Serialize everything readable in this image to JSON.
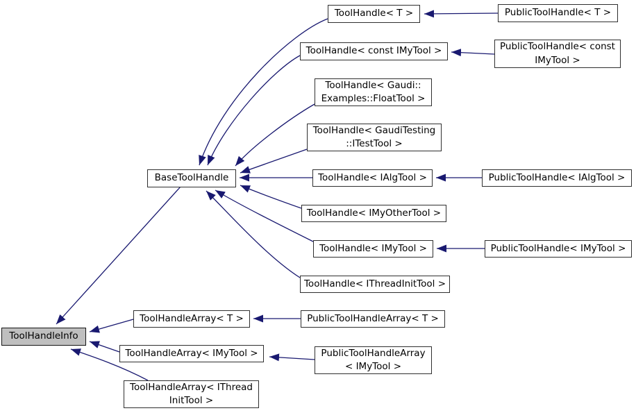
{
  "diagram": {
    "kind": "class-inheritance-graph",
    "background_color": "#ffffff",
    "edge_color": "#191970",
    "box_border_color": "#2e2e2e",
    "box_fill_color": "#ffffff",
    "highlight_fill_color": "#bfbfbf",
    "nodes": {
      "tool_handle_info": {
        "label": "ToolHandleInfo",
        "highlighted": "true"
      },
      "base_tool_handle": {
        "label": "BaseToolHandle"
      },
      "tool_handle_t": {
        "label": "ToolHandle< T >"
      },
      "public_tool_handle_t": {
        "label": "PublicToolHandle< T >"
      },
      "tool_handle_const_imytool": {
        "label": "ToolHandle< const IMyTool >"
      },
      "public_tool_handle_const_imytool": {
        "label": "PublicToolHandle< const\nIMyTool >"
      },
      "tool_handle_float_tool": {
        "label": "ToolHandle< Gaudi::\nExamples::FloatTool >"
      },
      "tool_handle_itest_tool": {
        "label": "ToolHandle< GaudiTesting\n::ITestTool >"
      },
      "tool_handle_ialgtool": {
        "label": "ToolHandle< IAlgTool >"
      },
      "public_tool_handle_ialgtool": {
        "label": "PublicToolHandle< IAlgTool >"
      },
      "tool_handle_imyothertool": {
        "label": "ToolHandle< IMyOtherTool >"
      },
      "tool_handle_imytool": {
        "label": "ToolHandle< IMyTool >"
      },
      "public_tool_handle_imytool": {
        "label": "PublicToolHandle< IMyTool >"
      },
      "tool_handle_ithreadinittool": {
        "label": "ToolHandle< IThreadInitTool >"
      },
      "tool_handle_array_t": {
        "label": "ToolHandleArray< T >"
      },
      "public_tool_handle_array_t": {
        "label": "PublicToolHandleArray< T >"
      },
      "tool_handle_array_imytool": {
        "label": "ToolHandleArray< IMyTool >"
      },
      "public_tool_handle_array_imytool": {
        "label": "PublicToolHandleArray\n< IMyTool >"
      },
      "tool_handle_array_ithreadinittool": {
        "label": "ToolHandleArray< IThread\nInitTool >"
      }
    },
    "edges": [
      {
        "from": "base_tool_handle",
        "to": "tool_handle_info"
      },
      {
        "from": "tool_handle_array_t",
        "to": "tool_handle_info"
      },
      {
        "from": "tool_handle_array_imytool",
        "to": "tool_handle_info"
      },
      {
        "from": "tool_handle_array_ithreadinittool",
        "to": "tool_handle_info"
      },
      {
        "from": "tool_handle_t",
        "to": "base_tool_handle"
      },
      {
        "from": "tool_handle_const_imytool",
        "to": "base_tool_handle"
      },
      {
        "from": "tool_handle_float_tool",
        "to": "base_tool_handle"
      },
      {
        "from": "tool_handle_itest_tool",
        "to": "base_tool_handle"
      },
      {
        "from": "tool_handle_ialgtool",
        "to": "base_tool_handle"
      },
      {
        "from": "tool_handle_imyothertool",
        "to": "base_tool_handle"
      },
      {
        "from": "tool_handle_imytool",
        "to": "base_tool_handle"
      },
      {
        "from": "tool_handle_ithreadinittool",
        "to": "base_tool_handle"
      },
      {
        "from": "public_tool_handle_t",
        "to": "tool_handle_t"
      },
      {
        "from": "public_tool_handle_const_imytool",
        "to": "tool_handle_const_imytool"
      },
      {
        "from": "public_tool_handle_ialgtool",
        "to": "tool_handle_ialgtool"
      },
      {
        "from": "public_tool_handle_imytool",
        "to": "tool_handle_imytool"
      },
      {
        "from": "public_tool_handle_array_t",
        "to": "tool_handle_array_t"
      },
      {
        "from": "public_tool_handle_array_imytool",
        "to": "tool_handle_array_imytool"
      }
    ]
  }
}
